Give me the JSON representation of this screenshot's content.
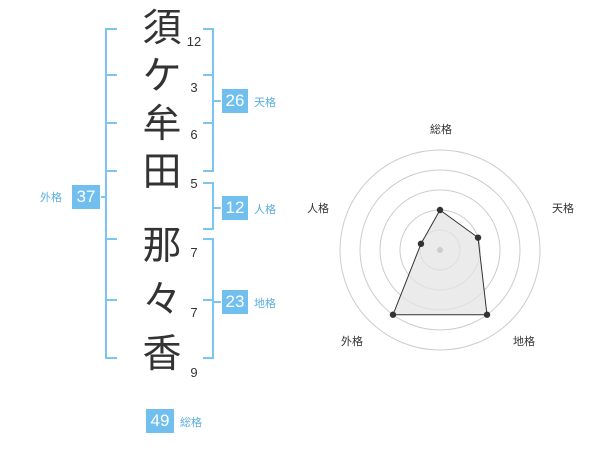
{
  "name": {
    "chars": [
      {
        "char": "須",
        "strokes": "12"
      },
      {
        "char": "ケ",
        "strokes": "3"
      },
      {
        "char": "牟",
        "strokes": "6"
      },
      {
        "char": "田",
        "strokes": "5"
      },
      {
        "char": "那",
        "strokes": "7"
      },
      {
        "char": "々",
        "strokes": "7"
      },
      {
        "char": "香",
        "strokes": "9"
      }
    ]
  },
  "fortune": {
    "tenkaku": {
      "value": "26",
      "label": "天格"
    },
    "jinkaku": {
      "value": "12",
      "label": "人格"
    },
    "chikaku": {
      "value": "23",
      "label": "地格"
    },
    "gaikaku": {
      "value": "37",
      "label": "外格"
    },
    "soukaku": {
      "value": "49",
      "label": "総格"
    }
  },
  "radar": {
    "axes": [
      "総格",
      "天格",
      "地格",
      "外格",
      "人格"
    ],
    "scores": [
      2,
      2,
      4,
      4,
      1
    ],
    "max": 5
  },
  "colors": {
    "accent": "#7bc6f0",
    "badge_fill": "#70bfee",
    "label_text": "#5aaee0",
    "radar_ring": "#cccccc",
    "radar_fill": "#e4e4e4",
    "radar_line": "#333333"
  }
}
